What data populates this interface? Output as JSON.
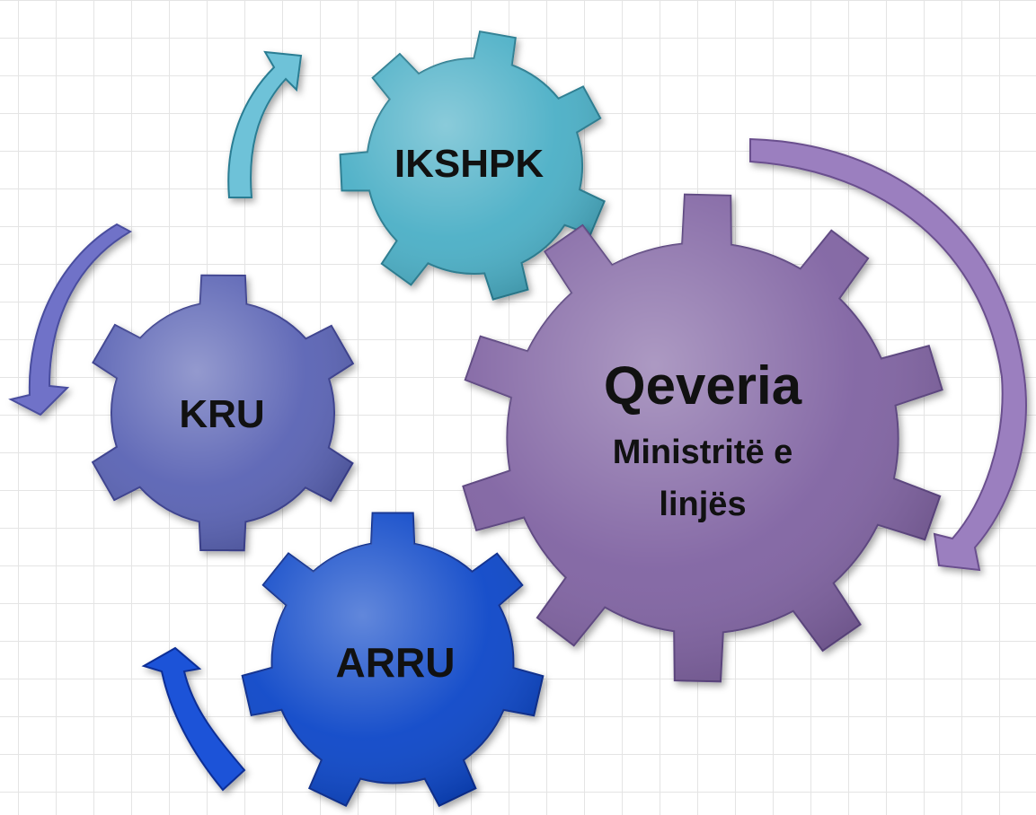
{
  "nodes": {
    "ikshpk": {
      "label": "IKSHPK",
      "color": "#4bafc6"
    },
    "kru": {
      "label": "KRU",
      "color": "#5a64b4"
    },
    "qeveria": {
      "title": "Qeveria",
      "subtitle_line1": "Ministritë e",
      "subtitle_line2": "linjës",
      "color": "#8064a2"
    },
    "arru": {
      "label": "ARRU",
      "color": "#1046c8"
    }
  },
  "arrows": {
    "kru_to_ikshpk": {
      "color": "#6ec2d8"
    },
    "qeveria_cycle": {
      "color": "#9b7fbf"
    },
    "to_kru": {
      "color": "#6f72c8"
    },
    "arru_up": {
      "color": "#1a52d8"
    }
  }
}
